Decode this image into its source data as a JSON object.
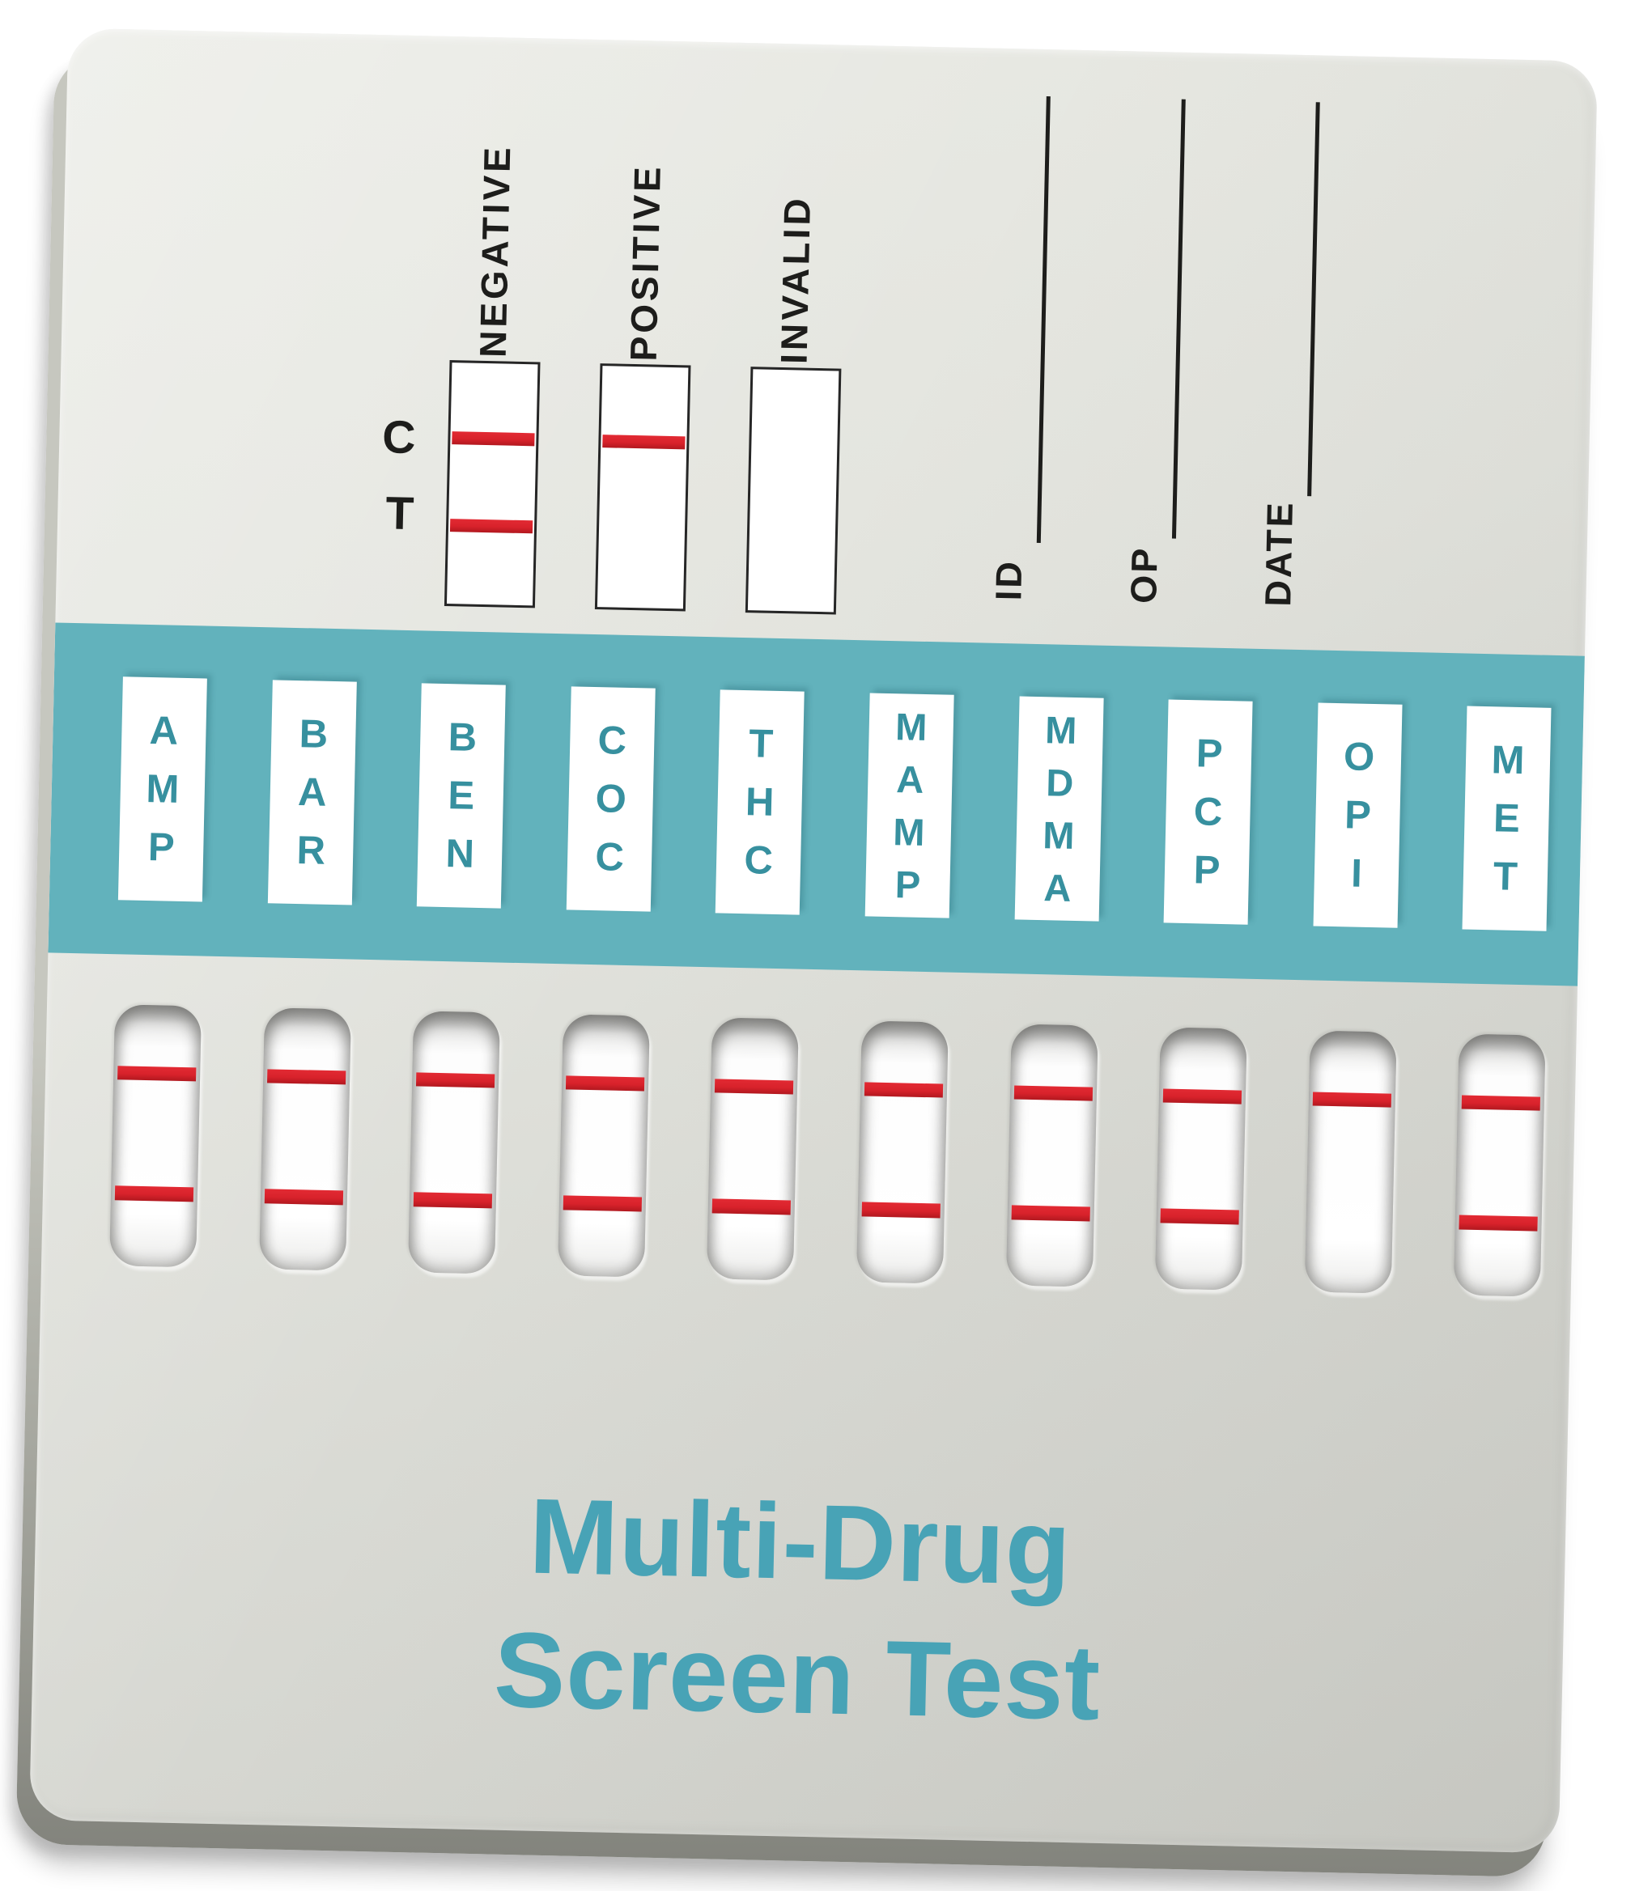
{
  "card": {
    "legend": {
      "marker_labels": {
        "control": "C",
        "test": "T"
      },
      "examples": [
        {
          "label": "NEGATIVE",
          "control_line": true,
          "test_line": true
        },
        {
          "label": "POSITIVE",
          "control_line": true,
          "test_line": false
        },
        {
          "label": "INVALID",
          "control_line": false,
          "test_line": false
        }
      ]
    },
    "write_in_fields": [
      {
        "label": "ID"
      },
      {
        "label": "OP"
      },
      {
        "label": "DATE"
      }
    ],
    "drug_panel": [
      {
        "abbr": "AMP",
        "control_line": true,
        "test_line": true
      },
      {
        "abbr": "BAR",
        "control_line": true,
        "test_line": true
      },
      {
        "abbr": "BEN",
        "control_line": true,
        "test_line": true
      },
      {
        "abbr": "COC",
        "control_line": true,
        "test_line": true
      },
      {
        "abbr": "THC",
        "control_line": true,
        "test_line": true
      },
      {
        "abbr": "MAMP",
        "control_line": true,
        "test_line": true
      },
      {
        "abbr": "MDMA",
        "control_line": true,
        "test_line": true
      },
      {
        "abbr": "PCP",
        "control_line": true,
        "test_line": true
      },
      {
        "abbr": "OPI",
        "control_line": true,
        "test_line": false
      },
      {
        "abbr": "MET",
        "control_line": true,
        "test_line": true
      }
    ],
    "title": {
      "line1": "Multi-Drug",
      "line2": "Screen Test"
    }
  },
  "colors": {
    "band_teal": "#62b2bc",
    "drug_label_teal": "#37909f",
    "title_teal": "#48a3b6",
    "line_red": "#d8222b",
    "ink_black": "#1d1d1b",
    "card_gray": "#dfe0da"
  }
}
